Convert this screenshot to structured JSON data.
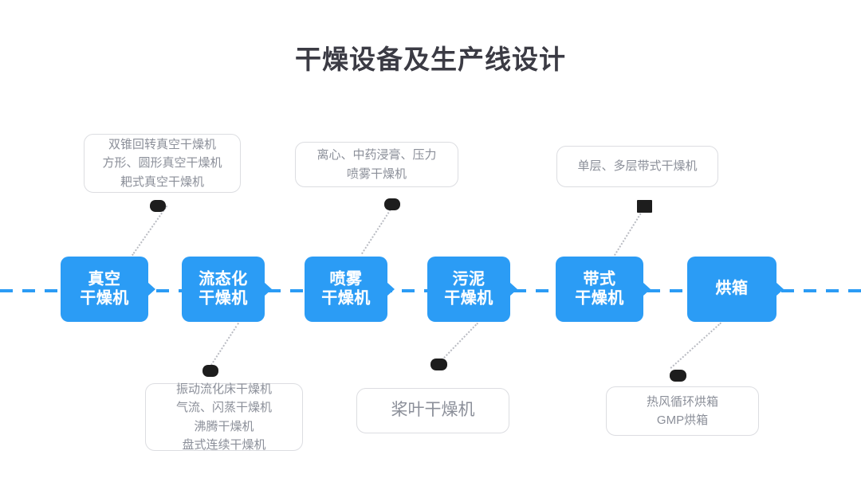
{
  "header": {
    "title": "干燥设备及生产线设计"
  },
  "theme": {
    "accent_blue": "#2b9cf5",
    "title_color": "#3b3b44",
    "callout_text_color": "#8b8f99",
    "callout_border_color": "#dcdde1",
    "marker_color": "#1d1d1d",
    "background": "#ffffff"
  },
  "timeline": {
    "line_style": "dashed",
    "line_color": "#2b9cf5",
    "stages": [
      {
        "id": "vacuum",
        "label": "真空\n干燥机",
        "notched": true
      },
      {
        "id": "fluidized",
        "label": "流态化\n干燥机",
        "notched": true
      },
      {
        "id": "spray",
        "label": "喷雾\n干燥机",
        "notched": true
      },
      {
        "id": "sludge",
        "label": "污泥\n干燥机",
        "notched": true
      },
      {
        "id": "belt",
        "label": "带式\n干燥机",
        "notched": true
      },
      {
        "id": "oven",
        "label": "烘箱",
        "notched": true
      }
    ]
  },
  "callouts": [
    {
      "id": "vacuum-types",
      "position": "top",
      "stage": "vacuum",
      "marker_shape": "rounded",
      "text": "双锥回转真空干燥机\n方形、圆形真空干燥机\n耙式真空干燥机"
    },
    {
      "id": "spray-types",
      "position": "top",
      "stage": "spray",
      "marker_shape": "rounded",
      "text": "离心、中药浸膏、压力\n喷雾干燥机"
    },
    {
      "id": "belt-types",
      "position": "top",
      "stage": "belt",
      "marker_shape": "square",
      "text": "单层、多层带式干燥机"
    },
    {
      "id": "fluidized-types",
      "position": "bottom",
      "stage": "fluidized",
      "marker_shape": "rounded",
      "text": "振动流化床干燥机\n气流、闪蒸干燥机\n沸腾干燥机\n盘式连续干燥机"
    },
    {
      "id": "sludge-types",
      "position": "bottom",
      "stage": "sludge",
      "marker_shape": "rounded",
      "text": "桨叶干燥机"
    },
    {
      "id": "oven-types",
      "position": "bottom",
      "stage": "oven",
      "marker_shape": "rounded",
      "text": "热风循环烘箱\nGMP烘箱"
    }
  ]
}
